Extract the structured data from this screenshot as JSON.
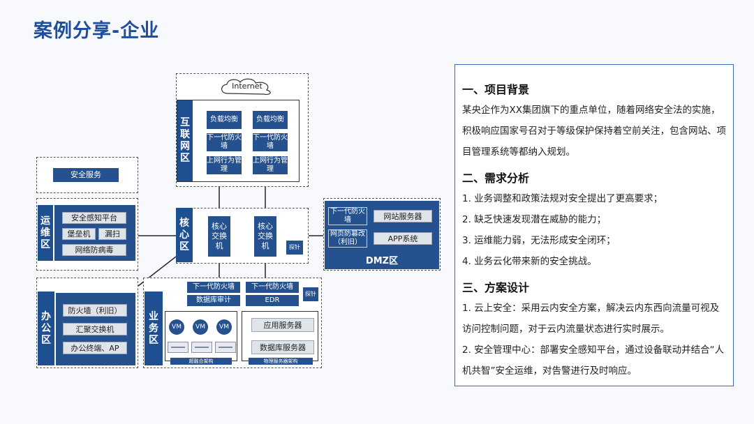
{
  "title": "案例分享-企业",
  "diagram": {
    "internet": "Internet",
    "internet_zone": {
      "label": "互联网区",
      "boxes": [
        "负载均衡",
        "负载均衡",
        "下一代防火墙",
        "下一代防火墙",
        "上网行为管理",
        "上网行为管理"
      ]
    },
    "security_zone": {
      "item": "安全服务"
    },
    "ops_zone": {
      "label": "运维区",
      "items": [
        "安全感知平台",
        "堡垒机",
        "漏扫",
        "网络防病毒"
      ]
    },
    "core_zone": {
      "label": "核心区",
      "switch1": "核心交换机",
      "switch2": "核心交换机",
      "probe": "探针"
    },
    "dmz_zone": {
      "label": "DMZ区",
      "items": [
        "下一代防火墙",
        "网站服务器",
        "网页防篡改（利旧）",
        "APP系统"
      ]
    },
    "office_zone": {
      "label": "办公区",
      "items": [
        "防火墙（利旧）",
        "汇聚交换机",
        "办公终端、AP"
      ]
    },
    "business_zone": {
      "label": "业务区",
      "fw1": "下一代防火墙",
      "audit": "数据库审计",
      "fw2": "下一代防火墙",
      "edr": "EDR",
      "probe": "探针",
      "vm": "VM",
      "app_server": "应用服务器",
      "db_server": "数据库服务器",
      "cap_hci": "超融合架构",
      "cap_phys": "物理服务器架构"
    }
  },
  "panel": {
    "s1_title": "一、项目背景",
    "s1_body": "某央企作为XX集团旗下的重点单位，随着网络安全法的实施，积极响应国家号召对于等级保护保持着空前关注，包含网站、项目管理系统等都纳入规划。",
    "s2_title": "二、需求分析",
    "s2_items": [
      "1. 业务调整和政策法规对安全提出了更高要求；",
      "2. 缺乏快速发现潜在威胁的能力；",
      "3. 运维能力弱，无法形成安全闭环；",
      "4. 业务云化带来新的安全挑战。"
    ],
    "s3_title": "三、方案设计",
    "s3_items": [
      "1. 云上安全：采用云内安全方案，解决云内东西向流量可视及访问控制问题，对于云内流量状态进行实时展示。",
      "2. 安全管理中心：部署安全感知平台，通过设备联动并结合“人机共智”安全运维，对告警进行及时响应。"
    ]
  }
}
